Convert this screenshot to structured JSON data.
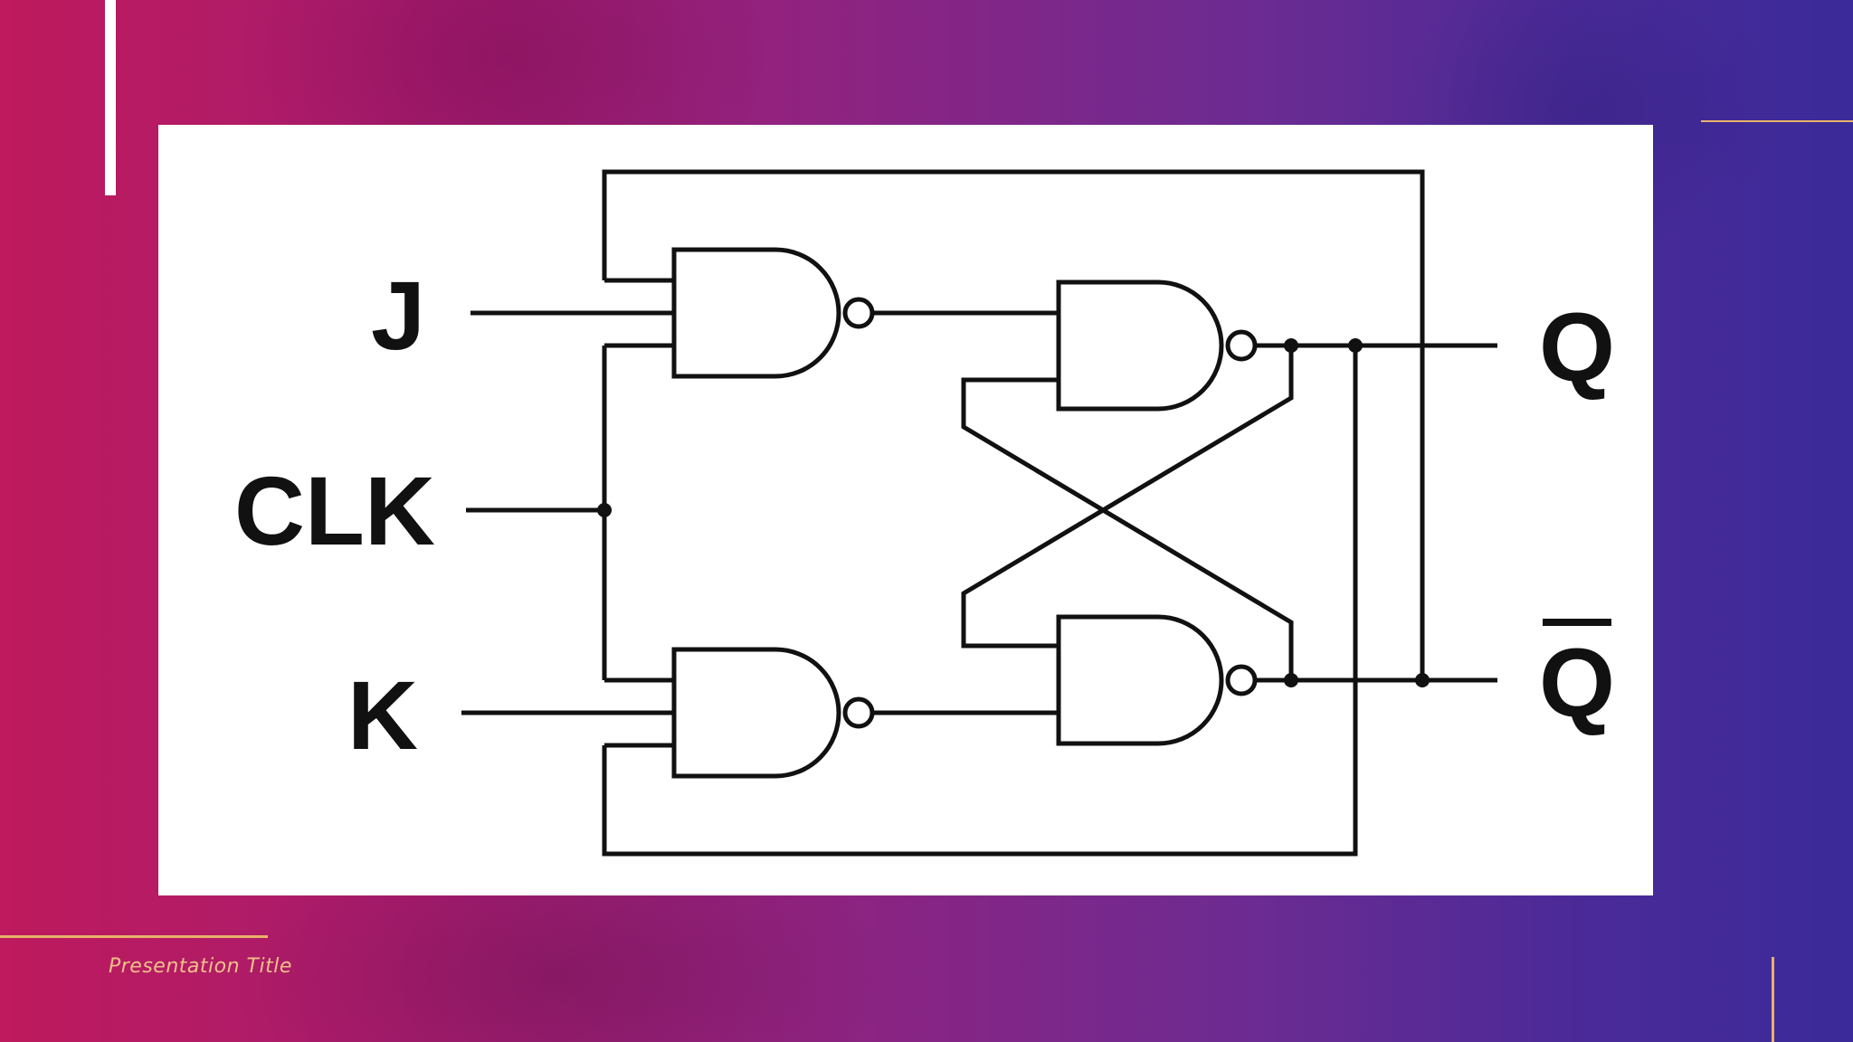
{
  "slide": {
    "footer_title": "Presentation Title",
    "colors": {
      "accent": "#e8b26a",
      "gradient_start": "#be1a5d",
      "gradient_end": "#3b2a99"
    }
  },
  "diagram": {
    "labels": {
      "j": "J",
      "clk": "CLK",
      "k": "K",
      "q": "Q",
      "q_bar": "Q"
    }
  }
}
